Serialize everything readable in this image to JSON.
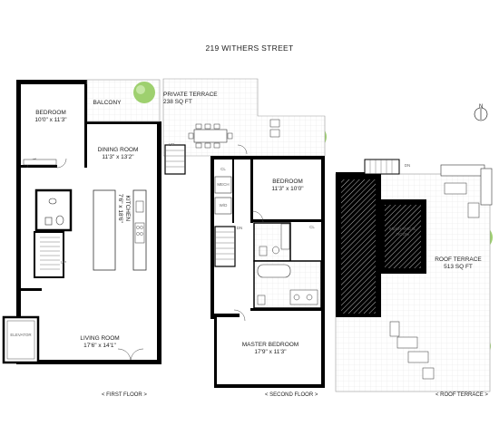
{
  "title": "219 WITHERS STREET",
  "floors": {
    "first": "< FIRST FLOOR >",
    "second": "< SECOND FLOOR >",
    "roof": "< ROOF TERRACE >"
  },
  "rooms": {
    "bedroom1_name": "BEDROOM",
    "bedroom1_dim": "10'0\" x 11'3\"",
    "balcony": "BALCONY",
    "dining_name": "DINING ROOM",
    "dining_dim": "11'3\" x 13'2\"",
    "kitchen_name": "KITCHEN",
    "kitchen_dim": "7'6\" x 18'6\"",
    "living_name": "LIVING ROOM",
    "living_dim": "17'6\" x 14'1\"",
    "elevator": "ELEVATOR",
    "terrace_name": "PRIVATE TERRACE",
    "terrace_area": "238 SQ FT",
    "bedroom2_name": "BEDROOM",
    "bedroom2_dim": "11'3\" x 10'0\"",
    "master_name": "MASTER BEDROOM",
    "master_dim": "17'9\" x 11'3\"",
    "mech_small": "MECH",
    "wd": "W/D",
    "mechanical_name": "MECHANICAL",
    "mechanical_sub": "ROOM",
    "roof_name": "ROOF TERRACE",
    "roof_area": "513 SQ FT",
    "up": "UP",
    "dn": "DN",
    "cl": "CL"
  },
  "compass": "N"
}
